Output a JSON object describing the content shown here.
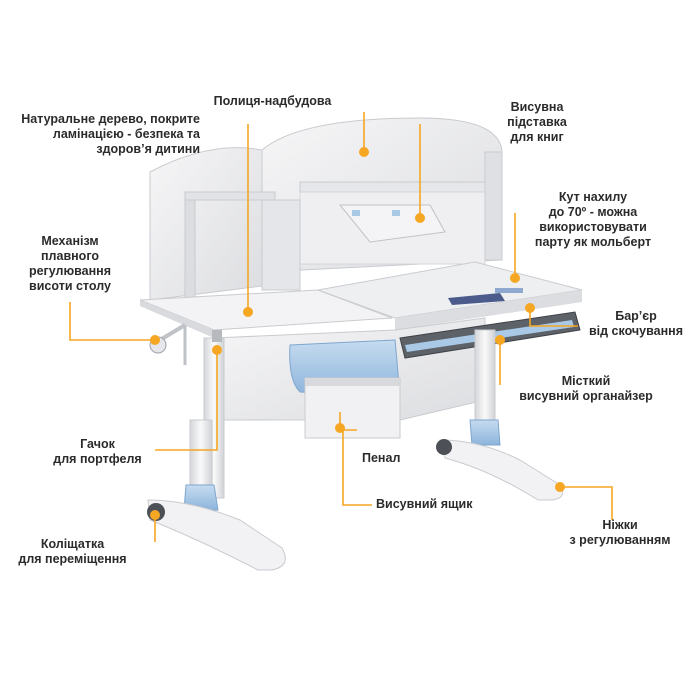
{
  "accent_color": "#f5a623",
  "desk_colors": {
    "body": "#ececee",
    "blue": "#a9c9e6",
    "edge": "#cfd1d5",
    "dark": "#5a5d63"
  },
  "labels": {
    "shelf": [
      "Полиця-надбудова"
    ],
    "wood": [
      "Натуральне дерево, покрите",
      "ламінацією - безпека та",
      "здоров’я дитини"
    ],
    "bookstand": [
      "Висувна",
      "підставка",
      "для книг"
    ],
    "tilt": [
      "Кут нахилу",
      "до 70º - можна",
      "використовувати",
      "парту як мольберт"
    ],
    "mechanism": [
      "Механізм",
      "плавного",
      "регулювання",
      "висоти столу"
    ],
    "barrier": [
      "Бар’єр",
      "від скочування"
    ],
    "organizer": [
      "Місткий",
      "висувний органайзер"
    ],
    "hook": [
      "Гачок",
      "для портфеля"
    ],
    "pencil": [
      "Пенал"
    ],
    "drawer": [
      "Висувний ящик"
    ],
    "legs": [
      "Ніжки",
      "з регулюванням"
    ],
    "wheels": [
      "Коліщатка",
      "для переміщення"
    ]
  }
}
